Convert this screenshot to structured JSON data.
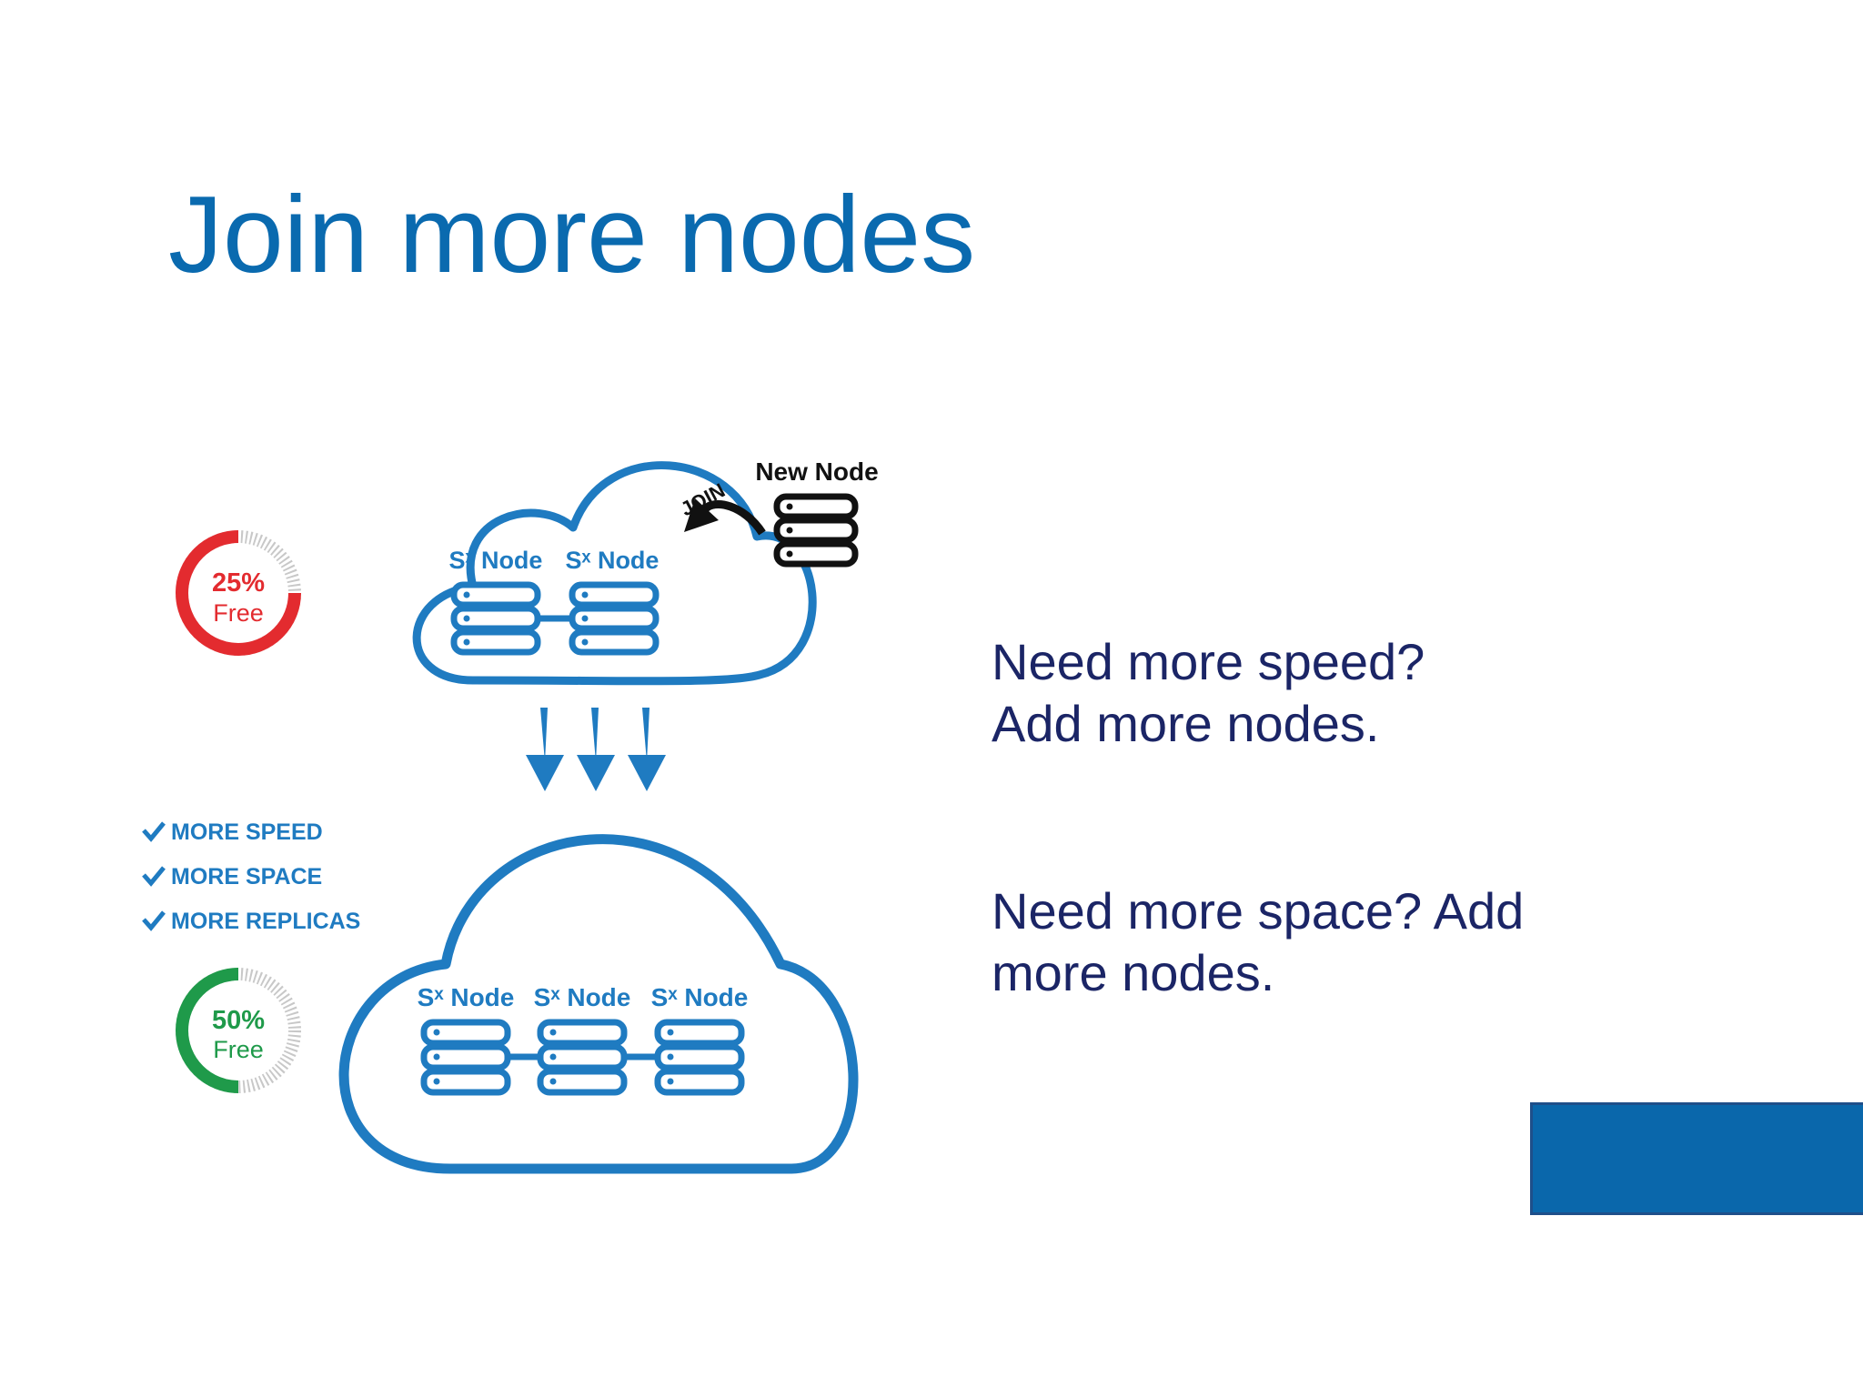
{
  "slide": {
    "title": "Join more nodes",
    "paragraphs": {
      "speed": {
        "line1": "Need more speed?",
        "line2": "Add more nodes."
      },
      "space": {
        "line1": "Need more space? Add",
        "line2": "more nodes."
      }
    }
  },
  "diagram": {
    "new_node_label": "New Node",
    "join_label": "JOIN",
    "top_cloud": {
      "node_labels": [
        "Sˣ Node",
        "Sˣ Node"
      ]
    },
    "bottom_cloud": {
      "node_labels": [
        "Sˣ Node",
        "Sˣ Node",
        "Sˣ Node"
      ]
    },
    "gauge_top": {
      "percent": "25%",
      "caption": "Free",
      "fraction_free": 0.25
    },
    "gauge_bottom": {
      "percent": "50%",
      "caption": "Free",
      "fraction_free": 0.5
    },
    "benefits": [
      "MORE SPEED",
      "MORE SPACE",
      "MORE REPLICAS"
    ]
  },
  "colors": {
    "brand_blue": "#0a6aaf",
    "diagram_blue": "#1f7bc1",
    "text_navy": "#1b2566",
    "gauge_red": "#e32b2f",
    "gauge_green": "#1f9a4a",
    "corner_block": "#0a67ab"
  }
}
